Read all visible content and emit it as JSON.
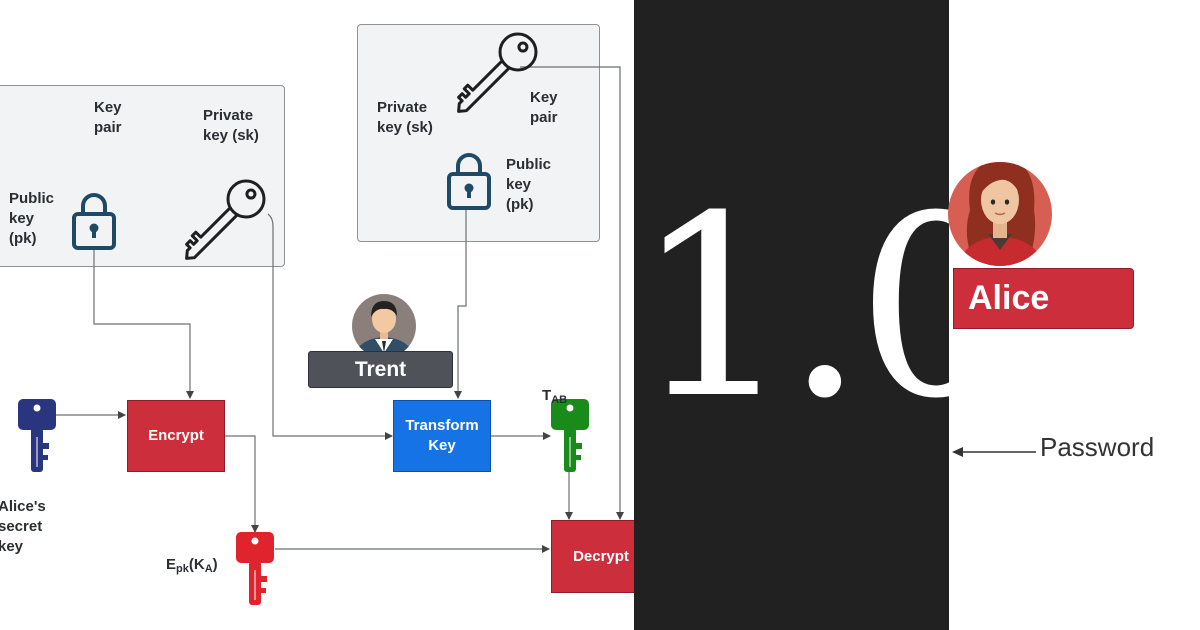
{
  "left_panel": {
    "key_pair": "Key\npair",
    "private_key": "Private\nkey (sk)",
    "public_key": "Public\nkey\n(pk)"
  },
  "right_panel": {
    "private_key": "Private\nkey (sk)",
    "key_pair": "Key\npair",
    "public_key": "Public\nkey\n(pk)"
  },
  "actors": {
    "trent": "Trent",
    "alice": "Alice"
  },
  "boxes": {
    "encrypt": "Encrypt",
    "transform": "Transform\nKey",
    "decrypt": "Decrypt"
  },
  "labels": {
    "alice_secret_key": "Alice's\nsecret\nkey",
    "t_base": "T",
    "t_sub": "AB",
    "e_main": "E",
    "e_sub1": "pk",
    "e_paren_open": "(K",
    "e_sub2": "A",
    "e_paren_close": ")",
    "password": "Password"
  },
  "version": "1.0",
  "colors": {
    "red": "#cc2e3b",
    "blue": "#1673e6",
    "navy_key": "#2a3580",
    "green_key": "#1a8a1a",
    "red_key": "#e0242e",
    "lock": "#1e4a66",
    "dark_bg": "#212121"
  }
}
